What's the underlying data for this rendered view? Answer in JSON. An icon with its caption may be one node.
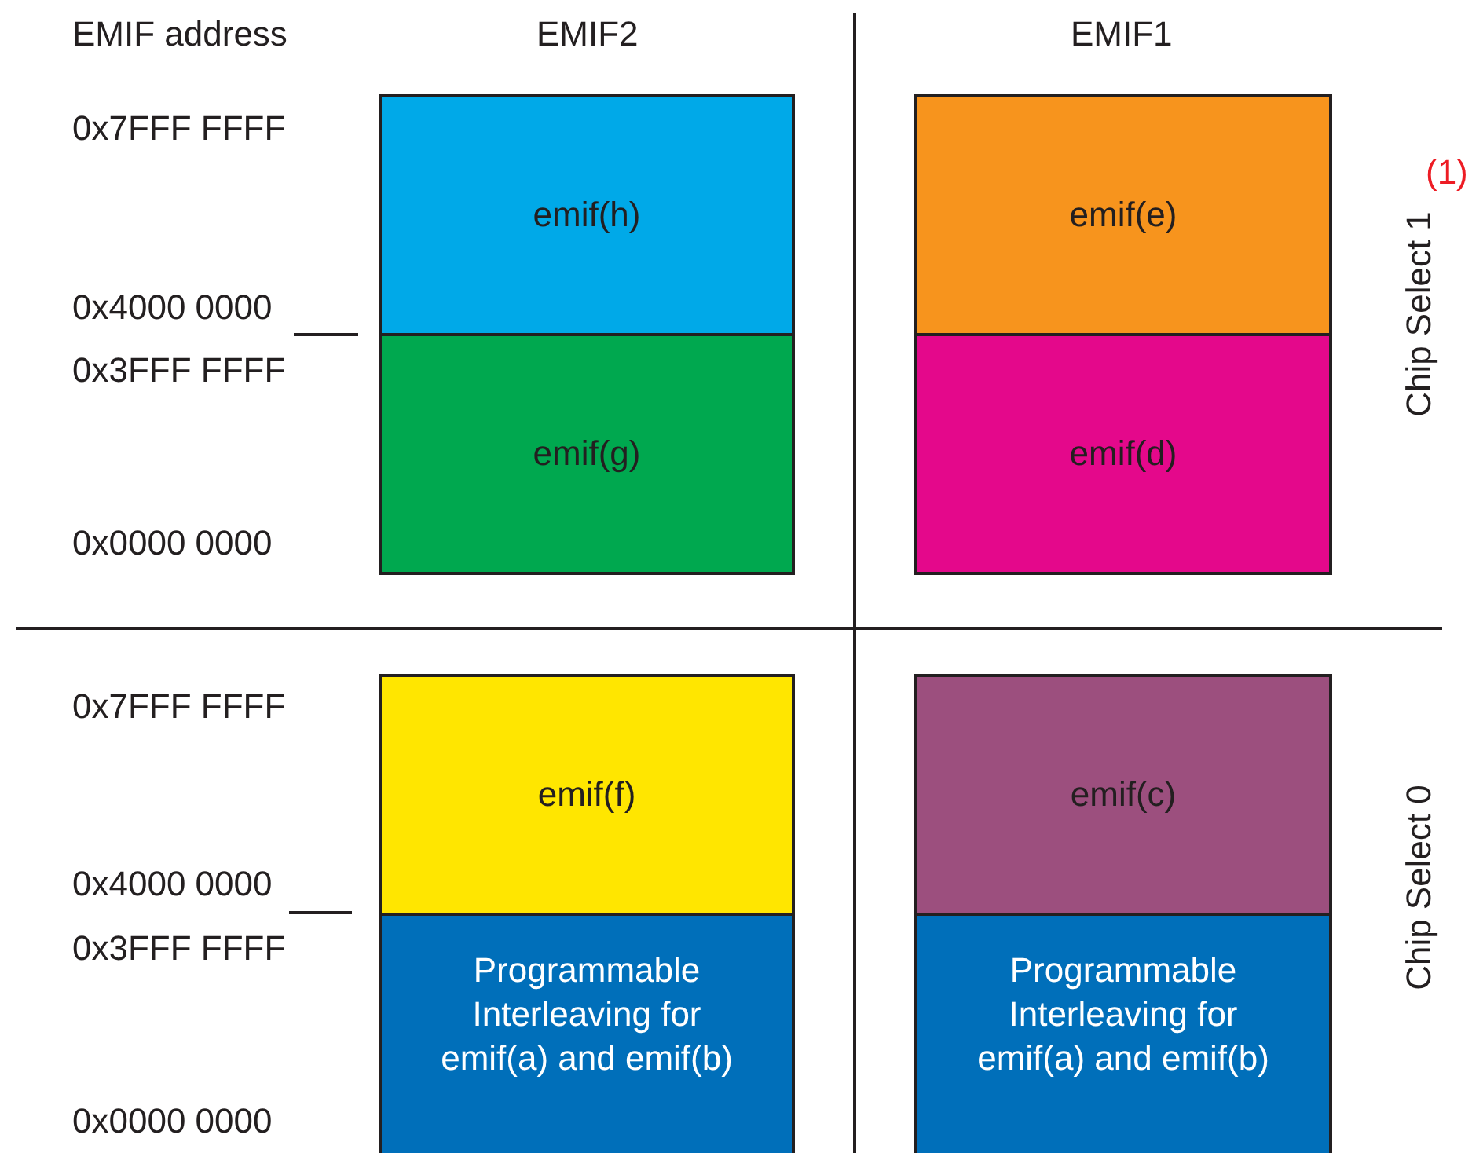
{
  "diagram": {
    "nodes": [
      {
        "text": [
          "emif(h)"
        ]
      },
      {
        "text": [
          "emif(g)"
        ]
      },
      {
        "text": [
          "emif(e)"
        ]
      },
      {
        "text": [
          "emif(d)"
        ]
      },
      {
        "text": [
          "emif(f)"
        ]
      },
      {
        "text": [
          "Programmable Interleaving for emif(a) and emif(b)"
        ]
      },
      {
        "text": [
          "emif(c)"
        ]
      },
      {
        "text": [
          "Programmable Interleaving for emif(a) and emif(b)"
        ]
      }
    ],
    "labels": [
      "EMIF address",
      "EMIF2",
      "EMIF1",
      "0x7FFF FFFF",
      "(1)",
      "0x4000 0000",
      "0x3FFF FFFF",
      "Chip Select 1",
      "0x0000 0000",
      "0x7FFF FFFF",
      "0x4000 0000",
      "0x3FFF FFFF",
      "Chip Select 0",
      "0x0000 0000"
    ]
  }
}
